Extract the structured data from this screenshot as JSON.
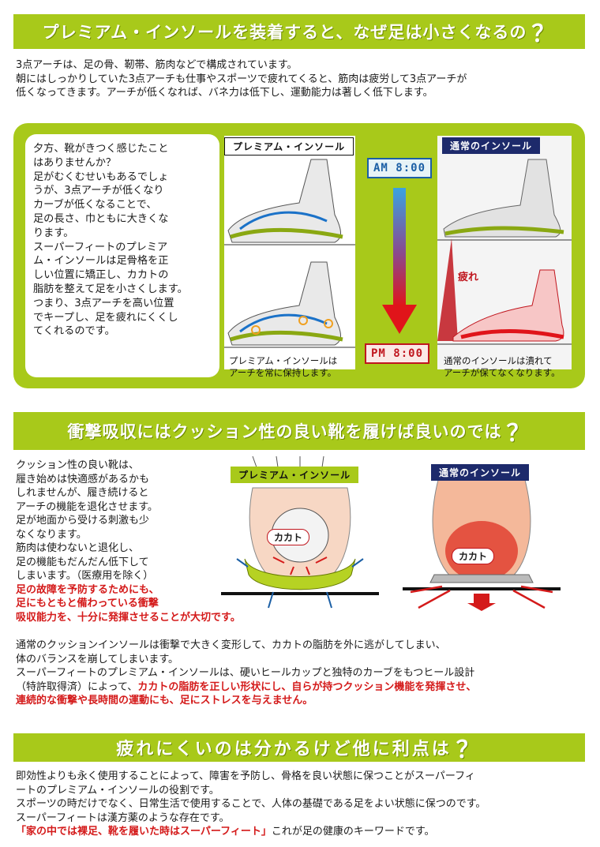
{
  "section1": {
    "title": "プレミアム・インソールを装着すると、なぜ足は小さくなるの",
    "q": "？",
    "intro": [
      "3点アーチは、足の骨、靭帯、筋肉などで構成されています。",
      "朝にはしっかりしていた3点アーチも仕事やスポーツで疲れてくると、筋肉は疲労して3点アーチが",
      "低くなってきます。アーチが低くなれば、バネ力は低下し、運動能力は著しく低下します。"
    ],
    "panel_text": [
      "夕方、靴がきつく感じたこと",
      "はありませんか？",
      "足がむくむせいもあるでしょ",
      "うが、3点アーチが低くなり",
      "カーブが低くなることで、",
      "足の長さ、巾ともに大きくな",
      "ります。",
      "スーパーフィートのプレミア",
      "ム・インソールは足骨格を正",
      "しい位置に矯正し、カカトの",
      "脂肪を整えて足を小さくします。",
      "つまり、3点アーチを高い位置",
      "でキープし、足を疲れにくくし",
      "てくれるのです。"
    ],
    "premium_tag": "プレミアム・インソール",
    "normal_tag": "通常のインソール",
    "clock_am": "AM 8:00",
    "clock_pm": "PM 8:00",
    "tired_label": "疲れ",
    "premium_caption": [
      "プレミアム・インソールは",
      "アーチを常に保持します。"
    ],
    "normal_caption": [
      "通常のインソールは潰れて",
      "アーチが保てなくなります。"
    ]
  },
  "section2": {
    "title": "衝撃吸収にはクッション性の良い靴を履けば良いのでは",
    "q": "？",
    "left_text": [
      "クッション性の良い靴は、",
      "履き始めは快適感があるかも",
      "しれませんが、履き続けると",
      "アーチの機能を退化させます。",
      "足が地面から受ける刺激も少",
      "なくなります。",
      "筋肉は使わないと退化し、",
      "足の機能もだんだん低下して",
      "しまいます。（医療用を除く）"
    ],
    "red_text": [
      "足の故障を予防するためにも、",
      "足にもともと備わっている衝撃",
      "吸収能力を、十分に発揮させることが大切です。"
    ],
    "bottom_line1": "通常のクッションインソールは衝撃で大きく変形して、カカトの脂肪を外に逃がしてしまい、",
    "bottom_line2": "体のバランスを崩してしまいます。",
    "bottom_line3": "スーパーフィートのプレミアム・インソールは、硬いヒールカップと独特のカーブをもつヒール設計",
    "bottom_line4_plain": "（特許取得済）によって、",
    "bottom_line4_red": "カカトの脂肪を正しい形状にし、自らが持つクッション機能を発揮させ、",
    "bottom_line5_red": "連続的な衝撃や長時間の運動にも、足にストレスを与えません。",
    "premium_tag": "プレミアム・インソール",
    "normal_tag": "通常のインソール",
    "heel_label": "カカト"
  },
  "section3": {
    "title": "疲れにくいのは分かるけど他に利点は",
    "q": "？",
    "lines": [
      "即効性よりも永く使用することによって、障害を予防し、骨格を良い状態に保つことがスーパーフィ",
      "ートのプレミアム・インソールの役割です。",
      "スポーツの時だけでなく、日常生活で使用することで、人体の基礎である足をよい状態に保つのです。",
      "スーパーフィートは漢方薬のような存在です。"
    ],
    "last_red": "「家の中では裸足、靴を履いた時はスーパーフィート」",
    "last_plain": "これが足の健康のキーワードです。"
  },
  "colors": {
    "accent_green": "#a8c91a",
    "navy": "#1d2a6b",
    "red": "#d41a1a",
    "blue": "#1b5fa5"
  }
}
